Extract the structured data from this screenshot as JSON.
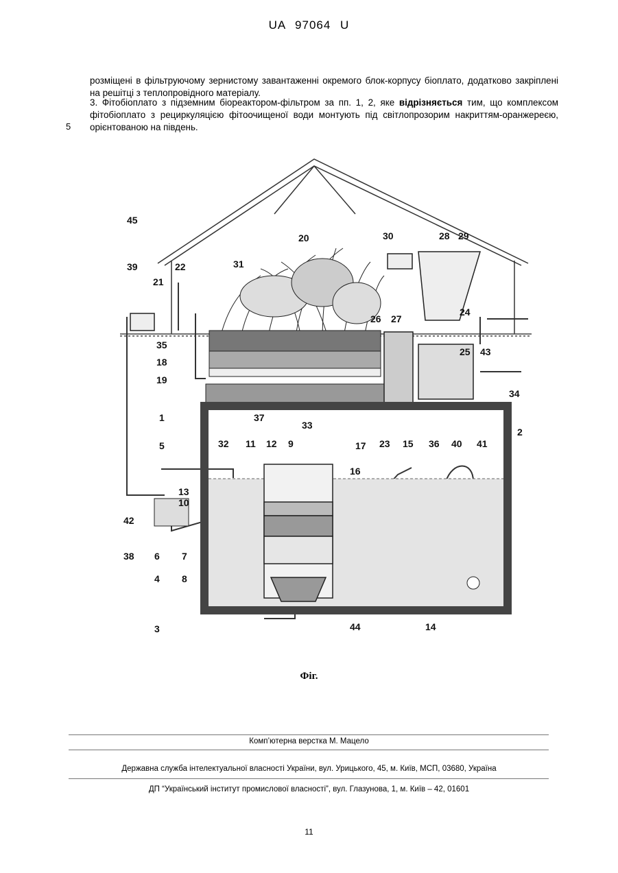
{
  "header": {
    "patent_number": "UA   97064   U"
  },
  "body": {
    "para1": "розміщені в фільтруючому зернистому завантаженні окремого блок-корпусу біоплато, додатково закріплені на решітці з теплопровідного матеріалу.",
    "para2": "3. Фітобіоплато з підземним біореактором-фільтром за пп. 1, 2, яке",
    "para2_bold": "відрізняється",
    "para2_rest": "тим, що комплексом фітобіоплато з рециркуляцією фітоочищеної води монтують під світлопрозорим накриттям-оранжереєю, орієнтованою на південь.",
    "line_number": "5"
  },
  "figure": {
    "caption": "Фіг.",
    "labels": [
      "45",
      "20",
      "30",
      "28",
      "29",
      "39",
      "31",
      "21",
      "22",
      "26",
      "27",
      "24",
      "25",
      "43",
      "35",
      "18",
      "19",
      "34",
      "1",
      "37",
      "33",
      "2",
      "32",
      "11",
      "12",
      "9",
      "17",
      "23",
      "15",
      "36",
      "40",
      "41",
      "5",
      "16",
      "13",
      "10",
      "42",
      "38",
      "6",
      "7",
      "4",
      "8",
      "3",
      "44",
      "14"
    ]
  },
  "footer": {
    "typesetting": "Комп’ютерна верстка М. Мацело",
    "agency": "Державна служба інтелектуальної власності України, вул. Урицького, 45, м. Київ, МСП, 03680, Україна",
    "institute": "ДП “Український інститут промислової власності”, вул. Глазунова, 1, м. Київ – 42, 01601",
    "page_number": "11"
  }
}
